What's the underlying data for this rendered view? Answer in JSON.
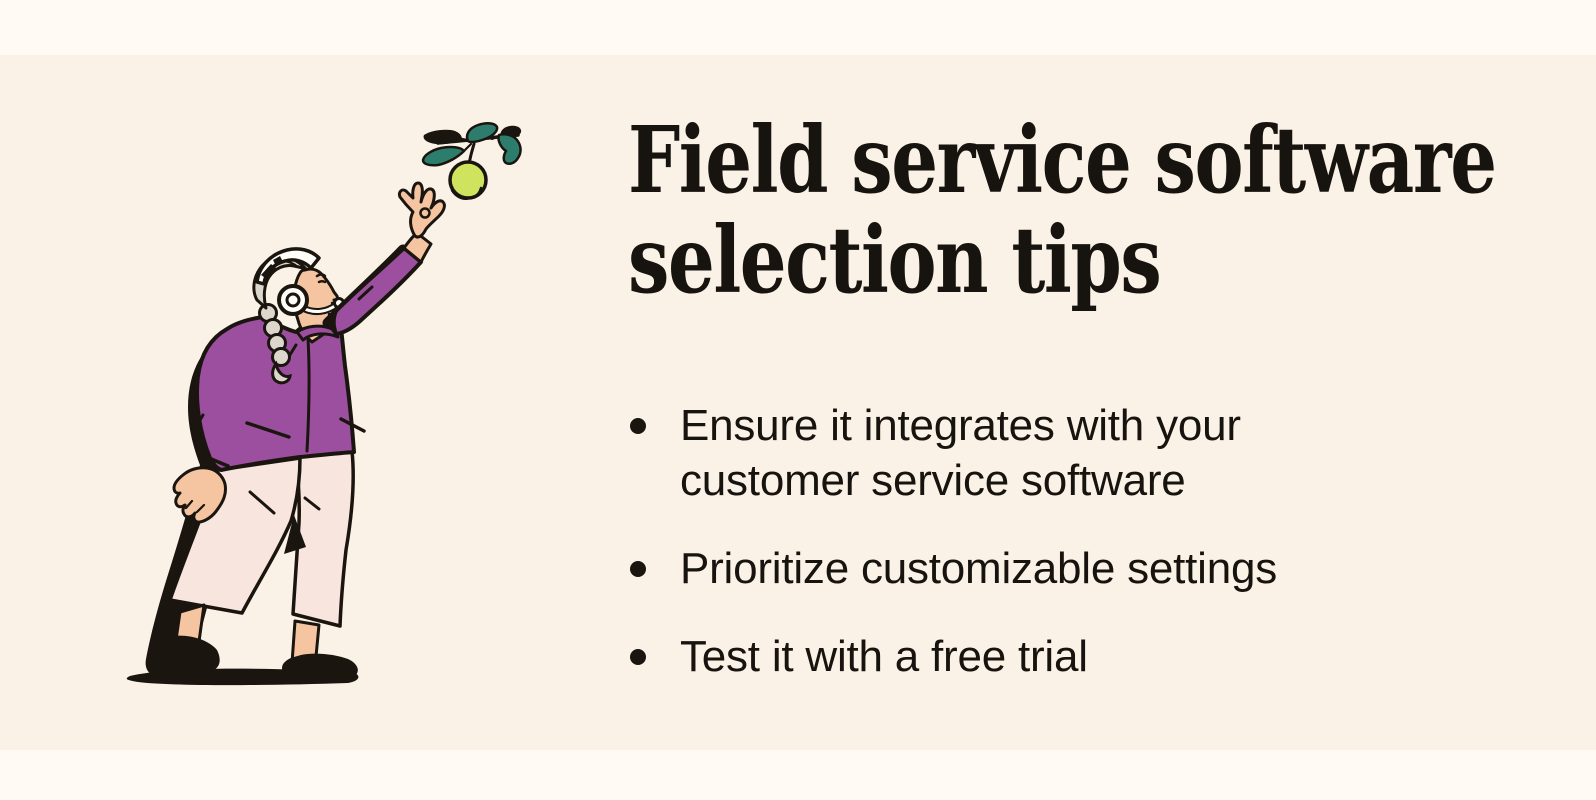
{
  "page": {
    "outer_background": "#FFFAF3",
    "board_background": "#FBF2E7"
  },
  "headline": {
    "line1": "Field service software",
    "line2": "selection tips",
    "color": "#17130E"
  },
  "tips": {
    "items": [
      "Ensure it integrates with your customer service software",
      "Prioritize customizable settings",
      "Test it with a free trial"
    ],
    "bullet_style": "filled-dot",
    "text_color": "#17130E"
  },
  "illustration": {
    "description": "Woman wearing a white headset reaching up to pick a green apple from a leafy branch",
    "colors": {
      "ink": "#1B1510",
      "jacket_purple": "#9C4F9F",
      "pants_pink": "#F7E5DE",
      "skin": "#F5C4A1",
      "hair_gray": "#DCD6CC",
      "headset_white": "#FFFDF8",
      "apple_green": "#CFE35F",
      "leaf_teal": "#2C7D6C"
    }
  }
}
